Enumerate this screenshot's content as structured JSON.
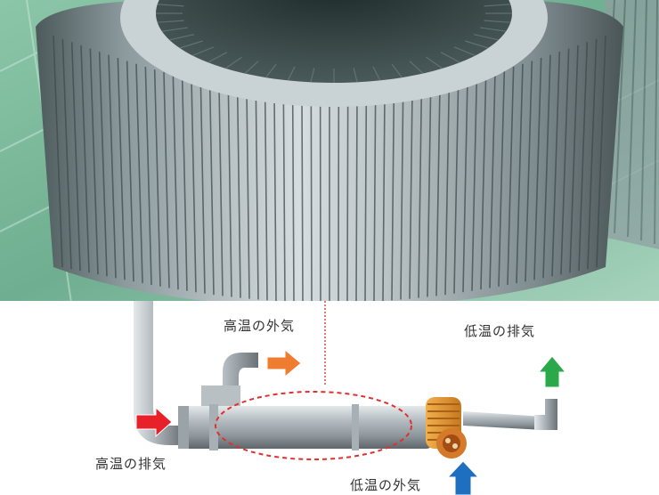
{
  "labels": {
    "high_temp_outside_air": "高温の外気",
    "low_temp_exhaust": "低温の排気",
    "high_temp_exhaust": "高温の排気",
    "low_temp_outside_air": "低温の外気"
  },
  "colors": {
    "hot_arrow_red": "#e8202a",
    "warm_arrow_orange": "#f07c30",
    "cool_arrow_green": "#2aa84a",
    "cold_arrow_blue": "#1f6fc0",
    "highlight_dashed": "#e03030",
    "fin_metal": "#9aa7ad",
    "floor_green": "#7bb89c",
    "pipe_metal": "#a9b2b8",
    "orange_hose": "#e39a2f"
  },
  "icons": {
    "hot_exhaust_in": "red-arrow-right-icon",
    "hot_air_out": "orange-arrow-right-icon",
    "cool_exhaust_out": "green-arrow-up-icon",
    "cold_air_in": "blue-arrow-up-icon"
  }
}
